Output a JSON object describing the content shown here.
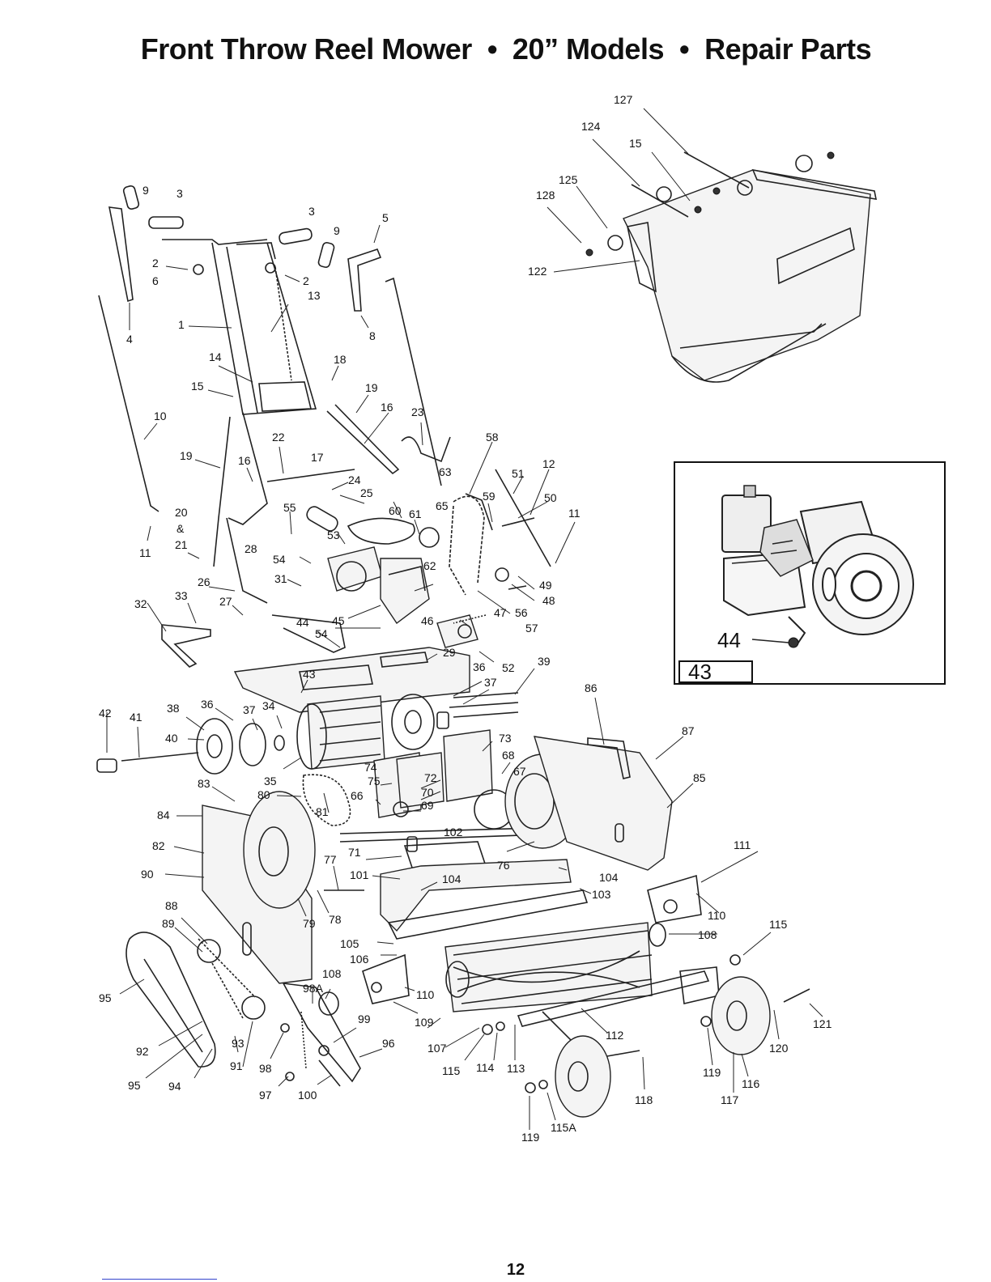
{
  "title": "Front Throw Reel Mower  •  20” Models  •  Repair Parts",
  "page_number": "12",
  "inset": {
    "box_label": "43",
    "pointer_label": "44"
  },
  "callouts": [
    "1",
    "2",
    "2",
    "3",
    "3",
    "4",
    "5",
    "6",
    "8",
    "9",
    "9",
    "10",
    "11",
    "11",
    "12",
    "13",
    "14",
    "15",
    "15",
    "16",
    "16",
    "17",
    "18",
    "19",
    "19",
    "20",
    "&",
    "21",
    "22",
    "23",
    "24",
    "25",
    "26",
    "27",
    "28",
    "29",
    "31",
    "32",
    "33",
    "34",
    "35",
    "36",
    "36",
    "37",
    "37",
    "38",
    "39",
    "40",
    "41",
    "42",
    "43",
    "44",
    "45",
    "46",
    "47",
    "48",
    "49",
    "50",
    "51",
    "52",
    "53",
    "54",
    "54",
    "55",
    "56",
    "57",
    "58",
    "59",
    "60",
    "61",
    "62",
    "63",
    "65",
    "66",
    "67",
    "68",
    "69",
    "70",
    "71",
    "72",
    "73",
    "74",
    "75",
    "76",
    "77",
    "78",
    "79",
    "80",
    "81",
    "82",
    "83",
    "84",
    "85",
    "86",
    "87",
    "88",
    "89",
    "90",
    "91",
    "92",
    "93",
    "94",
    "95",
    "95",
    "96",
    "97",
    "98",
    "98A",
    "99",
    "100",
    "101",
    "102",
    "103",
    "104",
    "104",
    "105",
    "106",
    "107",
    "108",
    "108",
    "109",
    "110",
    "110",
    "111",
    "112",
    "113",
    "114",
    "115",
    "115",
    "115A",
    "116",
    "117",
    "118",
    "119",
    "119",
    "120",
    "121",
    "122",
    "124",
    "125",
    "127",
    "128"
  ]
}
